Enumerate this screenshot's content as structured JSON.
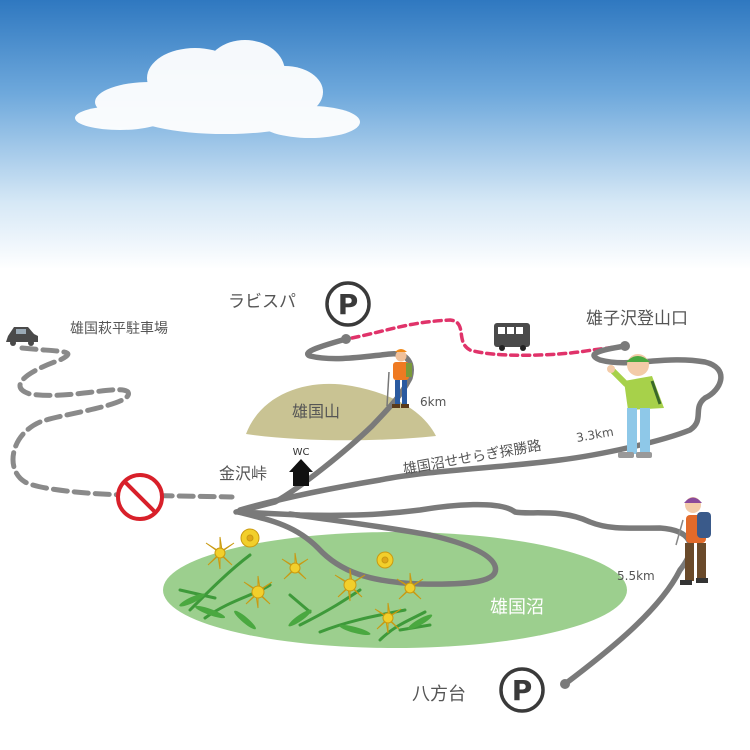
{
  "places": {
    "rabi_spa": "ラビスパ",
    "yushizawa_trailhead": "雄子沢登山口",
    "hagidaira_parking": "雄国萩平駐車場",
    "yuguni_yama": "雄国山",
    "kanazawa_pass": "金沢峠",
    "yuguni_numa": "雄国沼",
    "happoudai": "八方台",
    "seseragi_trail": "雄国沼せせらぎ探勝路"
  },
  "distances": {
    "rabi_spa_route": "6km",
    "seseragi_route": "3.3km",
    "happoudai_route": "5.5km"
  },
  "symbols": {
    "parking_letter": "P",
    "toilet_label": "WC"
  },
  "colors": {
    "sky_top": "#2f78c0",
    "trail": "#7a7a7a",
    "road": "#8a8a8a",
    "bus_route": "#e0336a",
    "mountain": "#c9c393",
    "marsh": "#9ccf8e",
    "no_entry": "#d8202a",
    "lily": "#f2cf2b"
  }
}
